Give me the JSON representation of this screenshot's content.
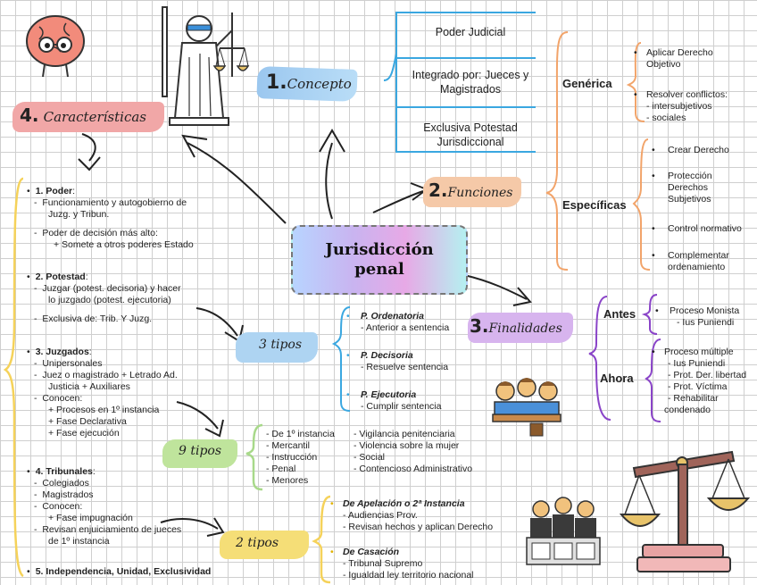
{
  "center_title": "Jurisdicción penal",
  "headers": {
    "concepto": {
      "num": "1.",
      "label": "Concepto"
    },
    "funciones": {
      "num": "2.",
      "label": "Funciones"
    },
    "finalidades": {
      "num": "3.",
      "label": "Finalidades"
    },
    "caracteristicas": {
      "num": "4.",
      "label": "Características"
    }
  },
  "concepto_items": [
    "Poder Judicial",
    "Integrado por: Jueces y Magistrados",
    "Exclusiva Potestad Jurisdiccional"
  ],
  "funciones": {
    "generica_label": "Genérica",
    "generica_items": [
      {
        "title": "Aplicar Derecho Objetivo"
      },
      {
        "title": "Resolver conflictos:",
        "sub": "- intersubjetivos",
        "sub2": "- sociales"
      }
    ],
    "especificas_label": "Específicas",
    "especificas_items": [
      "Crear Derecho",
      "Protección Derechos Subjetivos",
      "Control normativo",
      "Complementar ordenamiento"
    ]
  },
  "finalidades": {
    "antes_label": "Antes",
    "antes_item": "Proceso Monista",
    "antes_sub": "- Ius Puniendi",
    "ahora_label": "Ahora",
    "ahora_item": "Proceso múltiple",
    "ahora_subs": [
      "- Ius Puniendi",
      "- Prot. Der. libertad",
      "- Prot. Víctima",
      "- Rehabilitar",
      "condenado"
    ]
  },
  "tipos3": {
    "label": "3 tipos",
    "items": [
      {
        "title": "P. Ordenatoria",
        "desc": "- Anterior a sentencia"
      },
      {
        "title": "P. Decisoria",
        "desc": "- Resuelve sentencia"
      },
      {
        "title": "P. Ejecutoria",
        "desc": "- Cumplir sentencia"
      }
    ]
  },
  "tipos9": {
    "label": "9 tipos",
    "col1": [
      "De 1º instancia",
      "Mercantil",
      "Instrucción",
      "Penal",
      "Menores"
    ],
    "col2": [
      "- Vigilancia penitenciaria",
      "- Violencia sobre la mujer",
      "- Social",
      "- Contencioso Administrativo"
    ]
  },
  "tipos2": {
    "label": "2 tipos",
    "items": [
      {
        "title": "De Apelación o 2ª Instancia",
        "lines": [
          "- Audiencias Prov.",
          "- Revisan hechos y aplican Derecho"
        ]
      },
      {
        "title": "De Casación",
        "lines": [
          "- Tribunal Supremo",
          "- Igualdad ley territorio nacional"
        ]
      }
    ]
  },
  "caracteristicas": [
    {
      "title": "1. Poder",
      "suffix": ":",
      "lines": [
        "Funcionamiento y autogobierno de",
        "Juzg. y Tribun.",
        "",
        "Poder de decisión más alto:",
        "+ Somete a otros poderes Estado"
      ]
    },
    {
      "title": "2. Potestad",
      "suffix": ":",
      "lines": [
        "Juzgar (potest. decisoria) y hacer",
        "lo juzgado (potest. ejecutoria)",
        "",
        "Exclusiva de: Trib. Y Juzg."
      ]
    },
    {
      "title": "3. Juzgados",
      "suffix": ":",
      "lines": [
        "Unipersonales",
        "Juez o magistrado + Letrado Ad.",
        "Justicia + Auxiliares",
        "Conocen:",
        "+ Procesos en 1º instancia",
        "+ Fase Declarativa",
        "+ Fase ejecución"
      ]
    },
    {
      "title": "4. Tribunales",
      "suffix": ":",
      "lines": [
        "Colegiados",
        "Magistrados",
        "Conocen:",
        "+ Fase impugnación",
        "Revisan enjuiciamiento de jueces",
        "de 1º instancia"
      ]
    },
    {
      "title": "5. Independencia, Unidad, Exclusividad",
      "suffix": "",
      "lines": []
    }
  ],
  "colors": {
    "blue": "#3aa7e0",
    "orange": "#f2a46a",
    "purple": "#8a44c8",
    "green": "#a8d98a",
    "yellow": "#f5d25a",
    "pink_brush": "#f1a7a7"
  }
}
